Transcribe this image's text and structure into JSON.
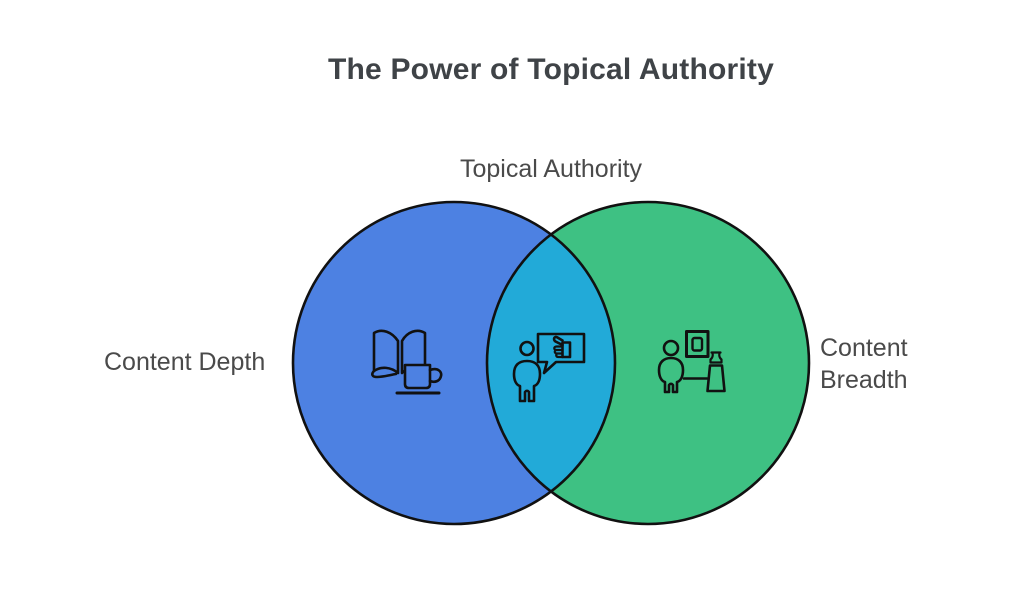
{
  "title": "The Power of Topical Authority",
  "venn": {
    "center_label": "Topical Authority",
    "left_label": "Content Depth",
    "right_label": "Content Breadth",
    "left_icon": "open-book-coffee-icon",
    "center_icon": "person-speech-bubble-thumbs-up-icon",
    "right_icon": "person-gallery-exhibit-icon"
  },
  "colors": {
    "left_circle": "#4d81e2",
    "right_circle": "#3ec183",
    "overlap": "#22aad8",
    "outline": "#111111",
    "title_text": "#3f4347",
    "label_text": "#4a4a4a",
    "background": "#ffffff"
  }
}
